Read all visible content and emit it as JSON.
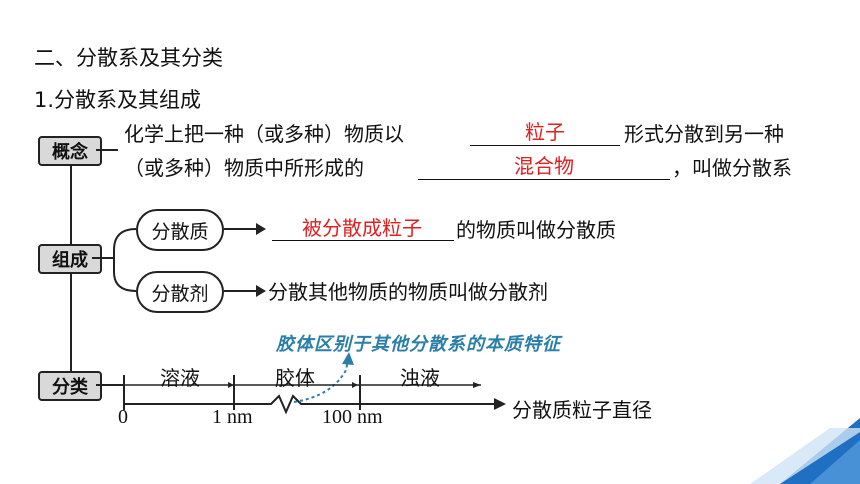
{
  "heading": "二、分散系及其分类",
  "subheading": "1.分散系及其组成",
  "concept": {
    "label": "概念",
    "line1_prefix": "化学上把一种（或多种）物质以",
    "line1_blank": "粒子",
    "line1_suffix": "形式分散到另一种",
    "line2_prefix": "（或多种）物质中所形成的",
    "line2_blank": "混合物",
    "line2_suffix": "，叫做分散系"
  },
  "composition": {
    "label": "组成",
    "dispersed": {
      "name": "分散质",
      "blank": "被分散成粒子",
      "suffix": "的物质叫做分散质"
    },
    "medium": {
      "name": "分散剂",
      "text": "分散其他物质的物质叫做分散剂"
    }
  },
  "classification": {
    "label": "分类",
    "note": "胶体区别于其他分散系的本质特征",
    "segments": [
      "溶液",
      "胶体",
      "浊液"
    ],
    "ticks": [
      "0",
      "1 nm",
      "100 nm"
    ],
    "axis_label": "分散质粒子直径"
  },
  "colors": {
    "answer": "#e02020",
    "note": "#2a7fa8",
    "accent_blue": "#1f6fc2"
  }
}
